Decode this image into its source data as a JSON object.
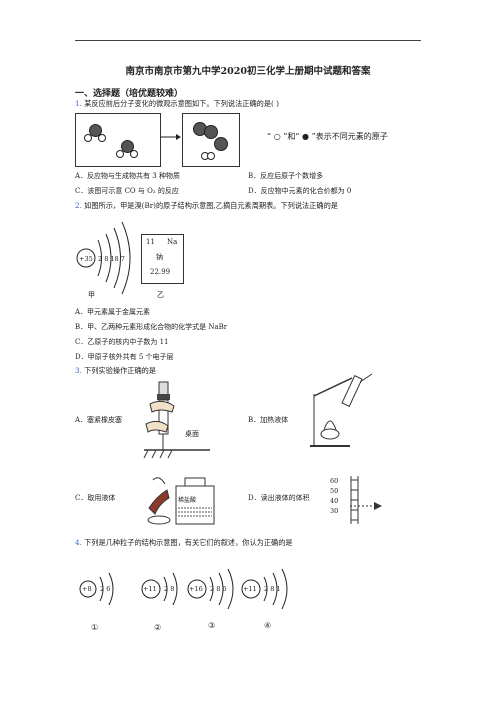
{
  "header": {
    "title": "南京市南京市第九中学2020初三化学上册期中试题和答案"
  },
  "section": {
    "heading": "一、选择题（培优题较难）"
  },
  "questions": [
    {
      "num": "1.",
      "stem": "某反应前后分子变化的微观示意图如下。下列说法正确的是(    )",
      "legend": "“ ○ ”和“ ● ”表示不同元素的原子",
      "options": {
        "A": "A．反应物与生成物共有 3 种物质",
        "B": "B．反应后原子个数增多",
        "C": "C．该图可示意 CO 与 O₂ 的反应",
        "D": "D．反应物中元素的化合价都为 0"
      }
    },
    {
      "num": "2.",
      "stem": "如图所示，甲是溴(Br)的原子结构示意图,乙摘自元素周期表。下列说法正确的是",
      "diagram": {
        "nucleus": "+35",
        "shells": "2 8 18 7",
        "card_num": "11",
        "card_symbol": "Na",
        "card_name": "钠",
        "card_mass": "22.99",
        "label_left": "甲",
        "label_right": "乙"
      },
      "options": {
        "A": "A．甲元素属于金属元素",
        "B": "B．甲、乙两种元素形成化合物的化学式是 NaBr",
        "C": "C．乙原子的核内中子数为 11",
        "D": "D．甲原子核外共有 5 个电子层"
      }
    },
    {
      "num": "3.",
      "stem": "下列实验操作正确的是",
      "desk_label": "桌面",
      "bottle_label": "稀盐酸",
      "cyl_ticks": [
        "60",
        "50",
        "40",
        "30"
      ],
      "options": {
        "A": "A．塞紧橡皮塞",
        "B": "B．加热液体",
        "C": "C．取用液体",
        "D": "D．读出液体的体积"
      }
    },
    {
      "num": "4.",
      "stem": "下列是几种粒子的结构示意图，有关它们的叙述，你认为正确的是",
      "particles": [
        {
          "nucleus": "+8",
          "shells": "2  6",
          "label": "①"
        },
        {
          "nucleus": "+11",
          "shells": "2  8",
          "label": "②"
        },
        {
          "nucleus": "+16",
          "shells": "2  8  6",
          "label": "③"
        },
        {
          "nucleus": "+11",
          "shells": "2  8  1",
          "label": "④"
        }
      ]
    }
  ]
}
